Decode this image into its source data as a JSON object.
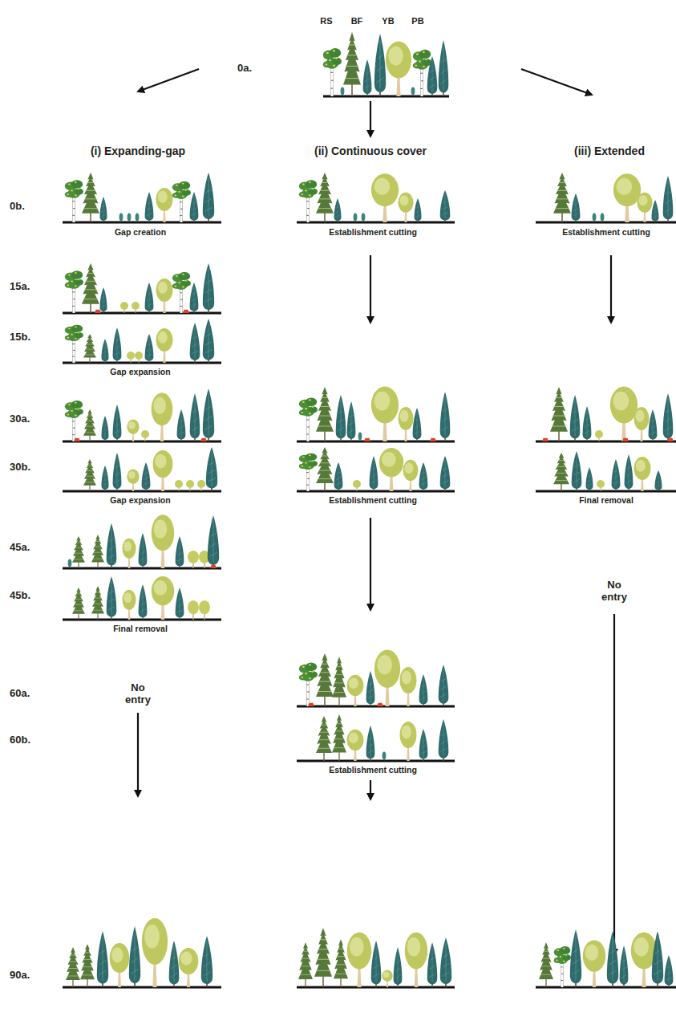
{
  "diagram": {
    "labels": [
      "RS",
      "BF",
      "YB",
      "PB",
      "0a.",
      "(i) Expanding-gap",
      "(ii) Continuous cover",
      "(iii) Extended",
      "0b.",
      "Gap creation",
      "Establishment cutting",
      "Establishment cutting",
      "15a.",
      "15b.",
      "Gap expansion",
      "30a.",
      "30b.",
      "Gap expansion",
      "Establishment cutting",
      "Final removal",
      "45a.",
      "No entry",
      "45b.",
      "Final removal",
      "60a.",
      "No entry",
      "60b.",
      "Establishment cutting",
      "90a."
    ]
  }
}
